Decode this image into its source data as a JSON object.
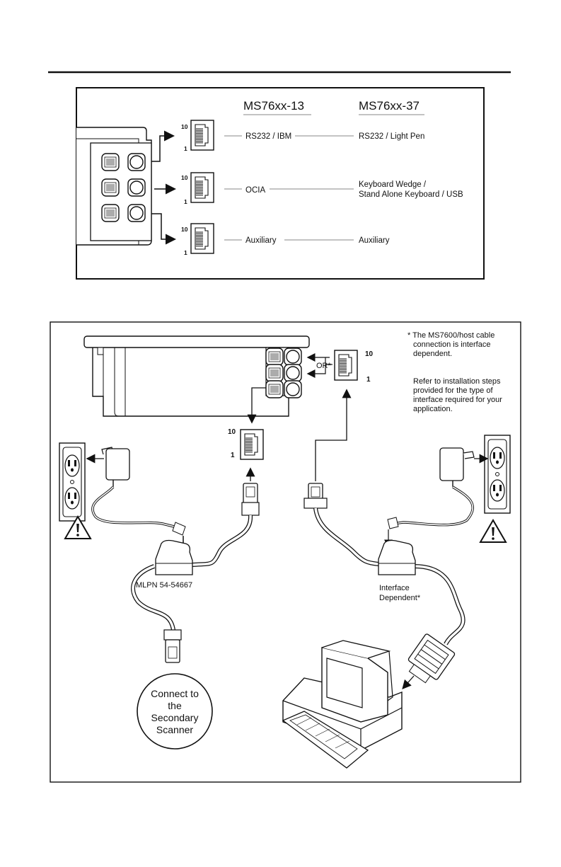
{
  "top_panel": {
    "col1_header": "MS76xx-13",
    "col2_header": "MS76xx-37",
    "rows": [
      {
        "pin_top": "10",
        "pin_bottom": "1",
        "col1": "RS232 / IBM",
        "col2_line1": "RS232 / Light Pen",
        "col2_line2": ""
      },
      {
        "pin_top": "10",
        "pin_bottom": "1",
        "col1": "OCIA",
        "col2_line1": "Keyboard Wedge /",
        "col2_line2": "Stand Alone Keyboard / USB"
      },
      {
        "pin_top": "10",
        "pin_bottom": "1",
        "col1": "Auxiliary",
        "col2_line1": "Auxiliary",
        "col2_line2": ""
      }
    ]
  },
  "bottom_panel": {
    "or_label": "OR*",
    "jack_top_pins": {
      "top": "10",
      "bottom": "1"
    },
    "jack_mid_pins": {
      "top": "10",
      "bottom": "1"
    },
    "note_lines": [
      "* The MS7600/host cable",
      "connection is interface",
      "dependent.",
      "",
      "Refer to installation steps",
      "provided for the type of",
      "interface required for your",
      "application."
    ],
    "cable_left_label": "MLPN 54-54667",
    "cable_right_label_line1": "Interface",
    "cable_right_label_line2": "Dependent*",
    "connect_circle": [
      "Connect to",
      "the",
      "Secondary",
      "Scanner"
    ]
  },
  "icons": [
    "rj45-jack-icon",
    "power-outlet-icon",
    "power-adapter-icon",
    "warning-triangle-icon",
    "computer-icon",
    "db-connector-icon",
    "scanner-ports-icon"
  ]
}
